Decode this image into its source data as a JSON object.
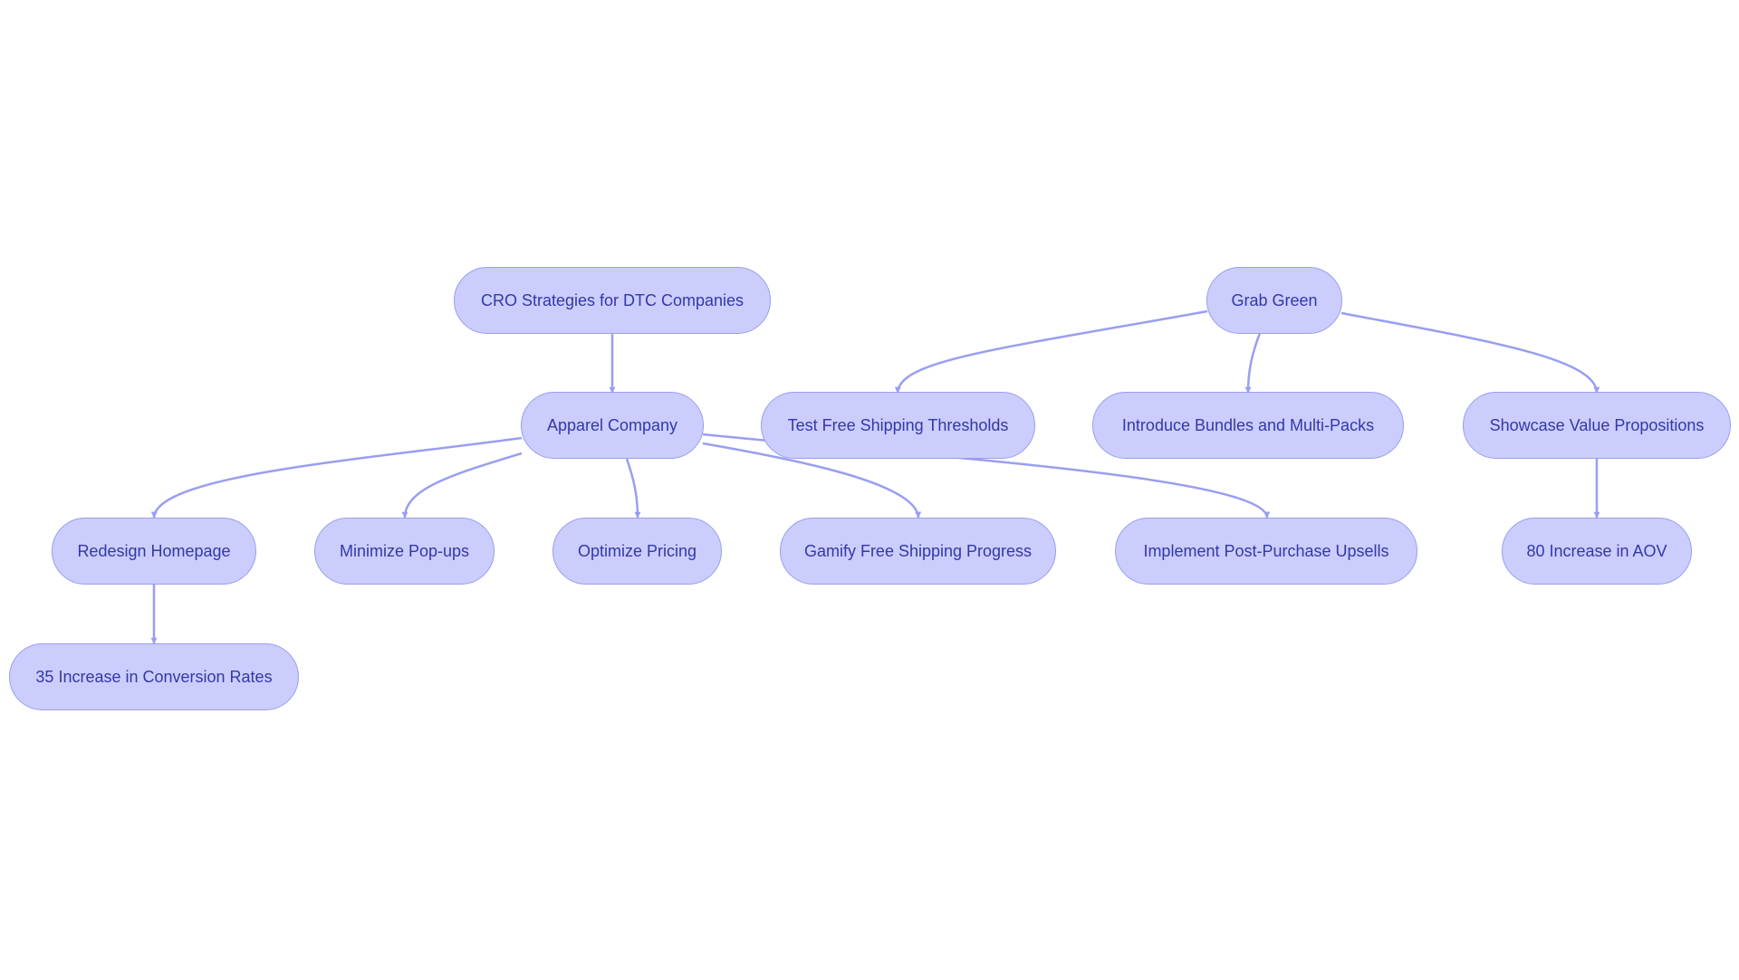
{
  "colors": {
    "node_fill": "#cbcdfc",
    "node_border": "#9a9ef0",
    "node_text": "#3438a8",
    "edge": "#9a9ef0"
  },
  "nodes": {
    "cro": "CRO Strategies for DTC Companies",
    "apparel": "Apparel Company",
    "grab": "Grab Green",
    "redesign": "Redesign Homepage",
    "popups": "Minimize Pop-ups",
    "pricing": "Optimize Pricing",
    "gamify": "Gamify Free Shipping Progress",
    "upsells": "Implement Post-Purchase Upsells",
    "thresholds": "Test Free Shipping Thresholds",
    "bundles": "Introduce Bundles and Multi-Packs",
    "value": "Showcase Value Propositions",
    "conv": "35 Increase in Conversion Rates",
    "aov": "80 Increase in AOV"
  },
  "edges": [
    {
      "from": "cro",
      "to": "apparel"
    },
    {
      "from": "apparel",
      "to": "redesign"
    },
    {
      "from": "apparel",
      "to": "popups"
    },
    {
      "from": "apparel",
      "to": "pricing"
    },
    {
      "from": "apparel",
      "to": "gamify"
    },
    {
      "from": "apparel",
      "to": "upsells"
    },
    {
      "from": "redesign",
      "to": "conv"
    },
    {
      "from": "grab",
      "to": "thresholds"
    },
    {
      "from": "grab",
      "to": "bundles"
    },
    {
      "from": "grab",
      "to": "value"
    },
    {
      "from": "value",
      "to": "aov"
    }
  ]
}
